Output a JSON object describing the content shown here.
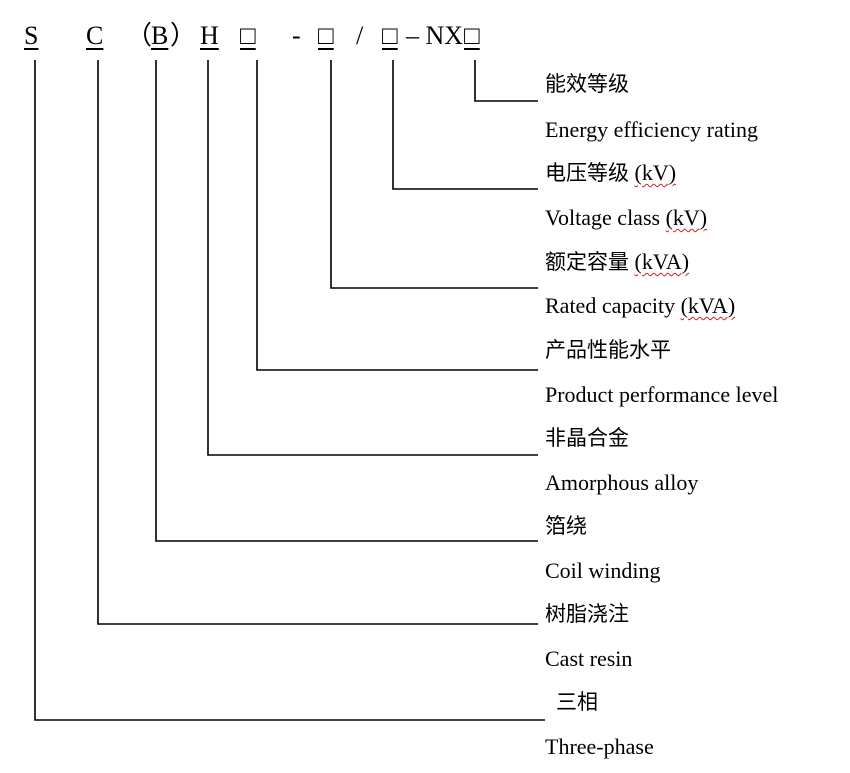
{
  "code": {
    "s": "S",
    "c": "C",
    "b_open": "（",
    "b": "B",
    "b_close": "）",
    "h": "H",
    "box1": "□",
    "dash": "-",
    "box2": "□",
    "slash": "/",
    "box3": "□",
    "nx_prefix": "– NX",
    "box4": "□"
  },
  "labels": [
    {
      "zh": "能效等级",
      "zh_unit": "",
      "en": "Energy efficiency rating",
      "en_unit": ""
    },
    {
      "zh": "电压等级",
      "zh_unit": "(kV)",
      "en": "Voltage class",
      "en_unit": "(kV)"
    },
    {
      "zh": "额定容量",
      "zh_unit": "(kVA)",
      "en": "Rated capacity",
      "en_unit": "(kVA)"
    },
    {
      "zh": "产品性能水平",
      "zh_unit": "",
      "en": "Product performance level",
      "en_unit": ""
    },
    {
      "zh": "非晶合金",
      "zh_unit": "",
      "en": "Amorphous alloy",
      "en_unit": ""
    },
    {
      "zh": "箔绕",
      "zh_unit": "",
      "en": "Coil winding",
      "en_unit": ""
    },
    {
      "zh": "树脂浇注",
      "zh_unit": "",
      "en": "Cast resin",
      "en_unit": ""
    },
    {
      "zh": "三相",
      "zh_unit": "",
      "en": "Three-phase",
      "en_unit": ""
    }
  ]
}
